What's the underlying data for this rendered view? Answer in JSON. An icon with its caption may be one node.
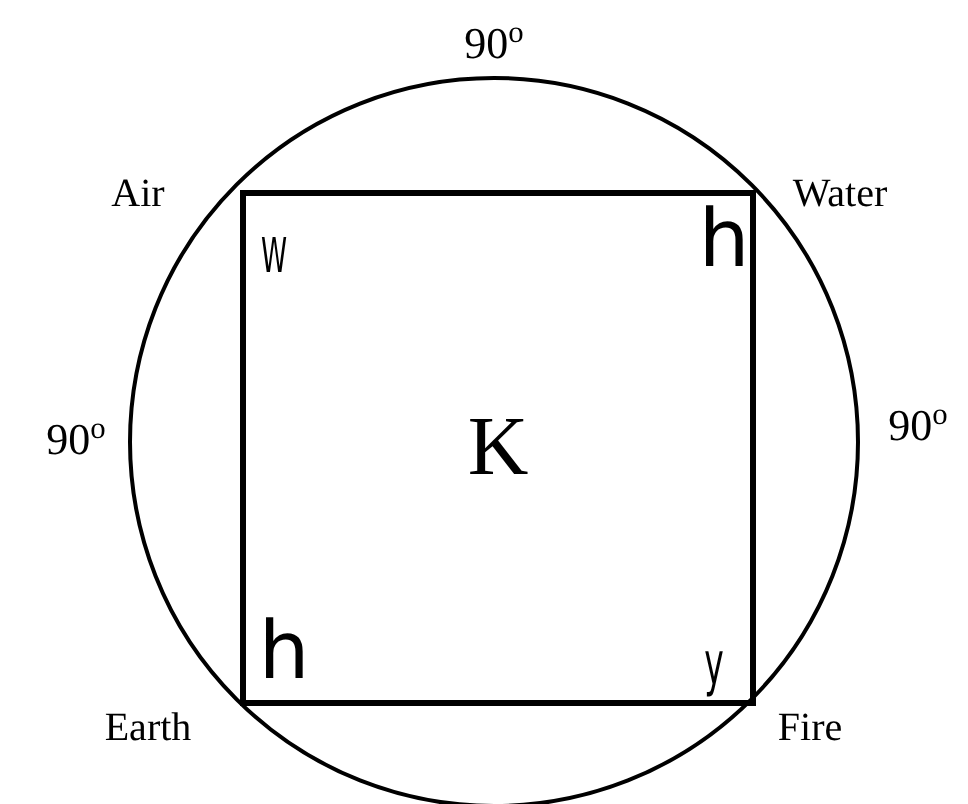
{
  "diagram": {
    "nodes": [
      {
        "text": [],
        "shape": "circle"
      },
      {
        "text": [
          "K"
        ],
        "in": 0
      }
    ],
    "labels": [
      "90$^{o}$",
      "Air",
      "Water",
      "90$^{o}$",
      "90$^{o}$",
      "Earth",
      "Fire",
      "W",
      "h",
      "h",
      "y"
    ]
  }
}
